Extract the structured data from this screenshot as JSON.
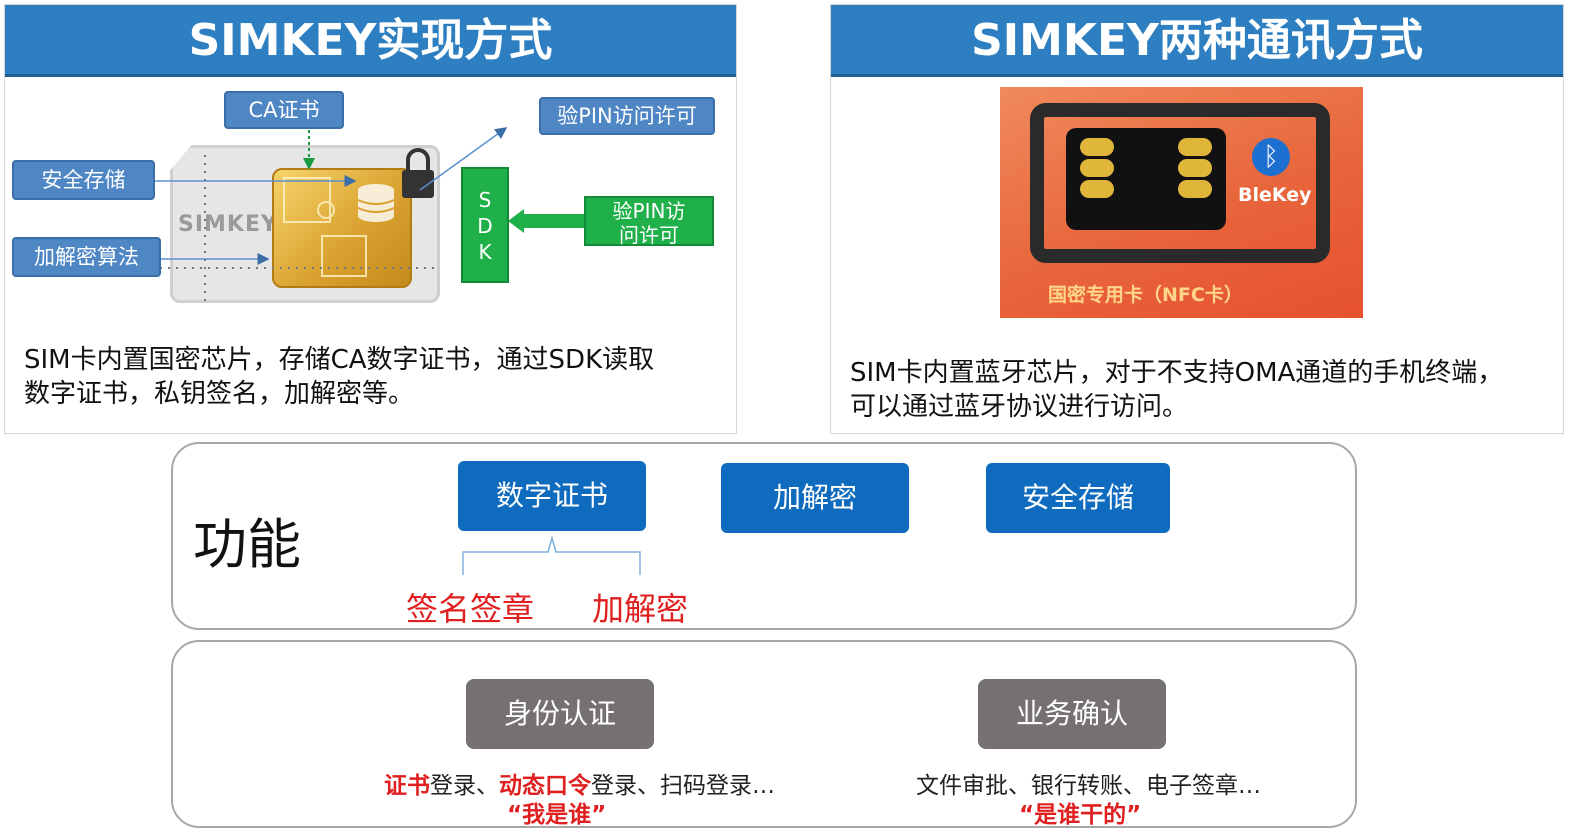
{
  "left_panel": {
    "title": "SIMKEY实现方式",
    "labels": {
      "ca_cert": "CA证书",
      "pin_top": "验PIN访问许可",
      "secure_storage": "安全存储",
      "crypto_algo": "加解密算法",
      "pin_green": [
        "验PIN访",
        "问许可"
      ],
      "sdk": [
        "S",
        "D",
        "K"
      ],
      "sim_text": "SIMKEY"
    },
    "description": [
      "SIM卡内置国密芯片，存储CA数字证书，通过SDK读取",
      "数字证书，私钥签名，加解密等。"
    ]
  },
  "right_panel": {
    "title": "SIMKEY两种通讯方式",
    "card": {
      "ble_text": "BleKey",
      "caption": "国密专用卡（NFC卡）"
    },
    "description": [
      "SIM卡内置蓝牙芯片，对于不支持OMA通道的手机终端，",
      "可以通过蓝牙协议进行访问。"
    ]
  },
  "functions": {
    "title": "功能",
    "buttons": [
      "数字证书",
      "加解密",
      "安全存储"
    ],
    "sub_labels": [
      "签名签章",
      "加解密"
    ]
  },
  "uses": {
    "auth": {
      "button": "身份认证",
      "parts": [
        {
          "text": "证书",
          "em": true
        },
        {
          "text": "登录、",
          "em": false
        },
        {
          "text": "动态口令",
          "em": true
        },
        {
          "text": "登录、扫码登录…",
          "em": false
        }
      ],
      "quote": "“我是谁”"
    },
    "confirm": {
      "button": "业务确认",
      "text": "文件审批、银行转账、电子签章…",
      "quote": "“是谁干的”"
    }
  },
  "colors": {
    "header_blue": "#2d7fc1",
    "button_blue": "#0f6bbd",
    "button_gray": "#767171",
    "accent_red": "#e02020",
    "sdk_green": "#1fb04a"
  }
}
